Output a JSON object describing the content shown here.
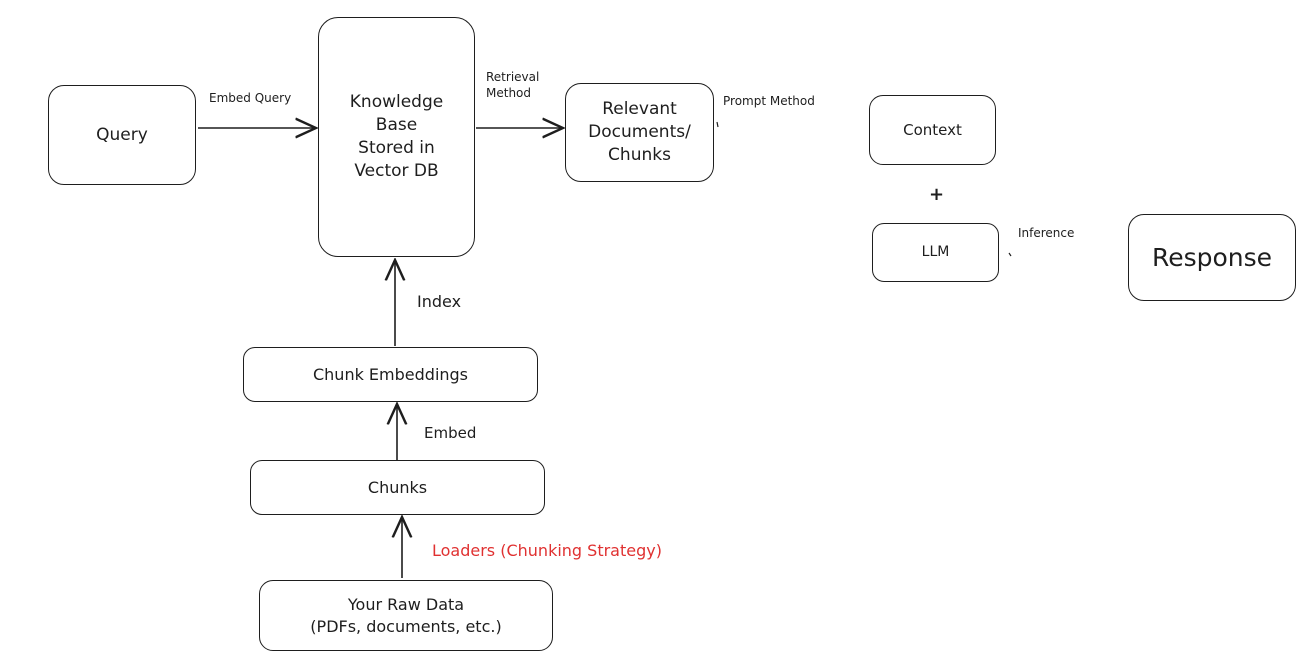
{
  "nodes": {
    "query": "Query",
    "knowledge_base": "Knowledge\nBase\nStored in\nVector DB",
    "relevant_docs": "Relevant\nDocuments/\nChunks",
    "context": "Context",
    "llm": "LLM",
    "response": "Response",
    "chunk_embeddings": "Chunk Embeddings",
    "chunks": "Chunks",
    "raw_data": "Your Raw Data\n(PDFs, documents, etc.)"
  },
  "edges": {
    "embed_query": "Embed Query",
    "retrieval_method": "Retrieval\nMethod",
    "prompt_method": "Prompt Method",
    "plus": "+",
    "inference": "Inference",
    "index": "Index",
    "embed": "Embed",
    "loaders": "Loaders (Chunking Strategy)"
  },
  "colors": {
    "stroke": "#1e1e1e",
    "highlight": "#e03131"
  }
}
